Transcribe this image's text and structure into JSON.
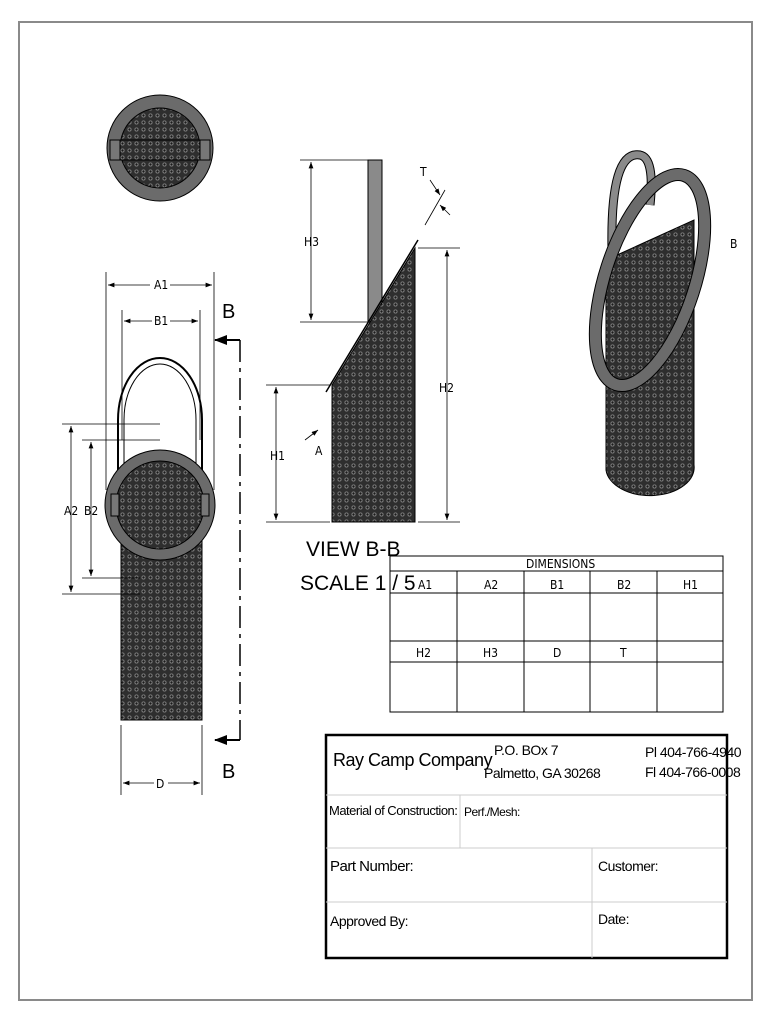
{
  "drawing": {
    "labels": {
      "a1": "A1",
      "b1": "B1",
      "a2": "A2",
      "b2": "B2",
      "d": "D",
      "h1": "H1",
      "h2": "H2",
      "h3": "H3",
      "t": "T",
      "a": "A",
      "section_b_top": "B",
      "section_b_bottom": "B",
      "iso_b": "B"
    },
    "view_title": "VIEW B-B",
    "view_scale": "SCALE 1 / 5"
  },
  "dimensions_table": {
    "title": "DIMENSIONS",
    "row1_headers": [
      "A1",
      "A2",
      "B1",
      "B2",
      "H1"
    ],
    "row2_headers": [
      "H2",
      "H3",
      "D",
      "T",
      ""
    ]
  },
  "title_block": {
    "company": "Ray Camp Company",
    "address_line1": "P.O. BOx  7",
    "address_line2": "Palmetto, GA 30268",
    "phone": "Pl 404-766-4940",
    "fax": "Fl 404-766-0008",
    "material_label": "Material of Construction:",
    "perf_label": "Perf./Mesh:",
    "part_number_label": "Part Number:",
    "customer_label": "Customer:",
    "approved_label": "Approved By:",
    "date_label": "Date:"
  },
  "colors": {
    "ring": "#6b6b6b",
    "mesh": "#3a3a3a",
    "border": "#8a8a8a"
  }
}
